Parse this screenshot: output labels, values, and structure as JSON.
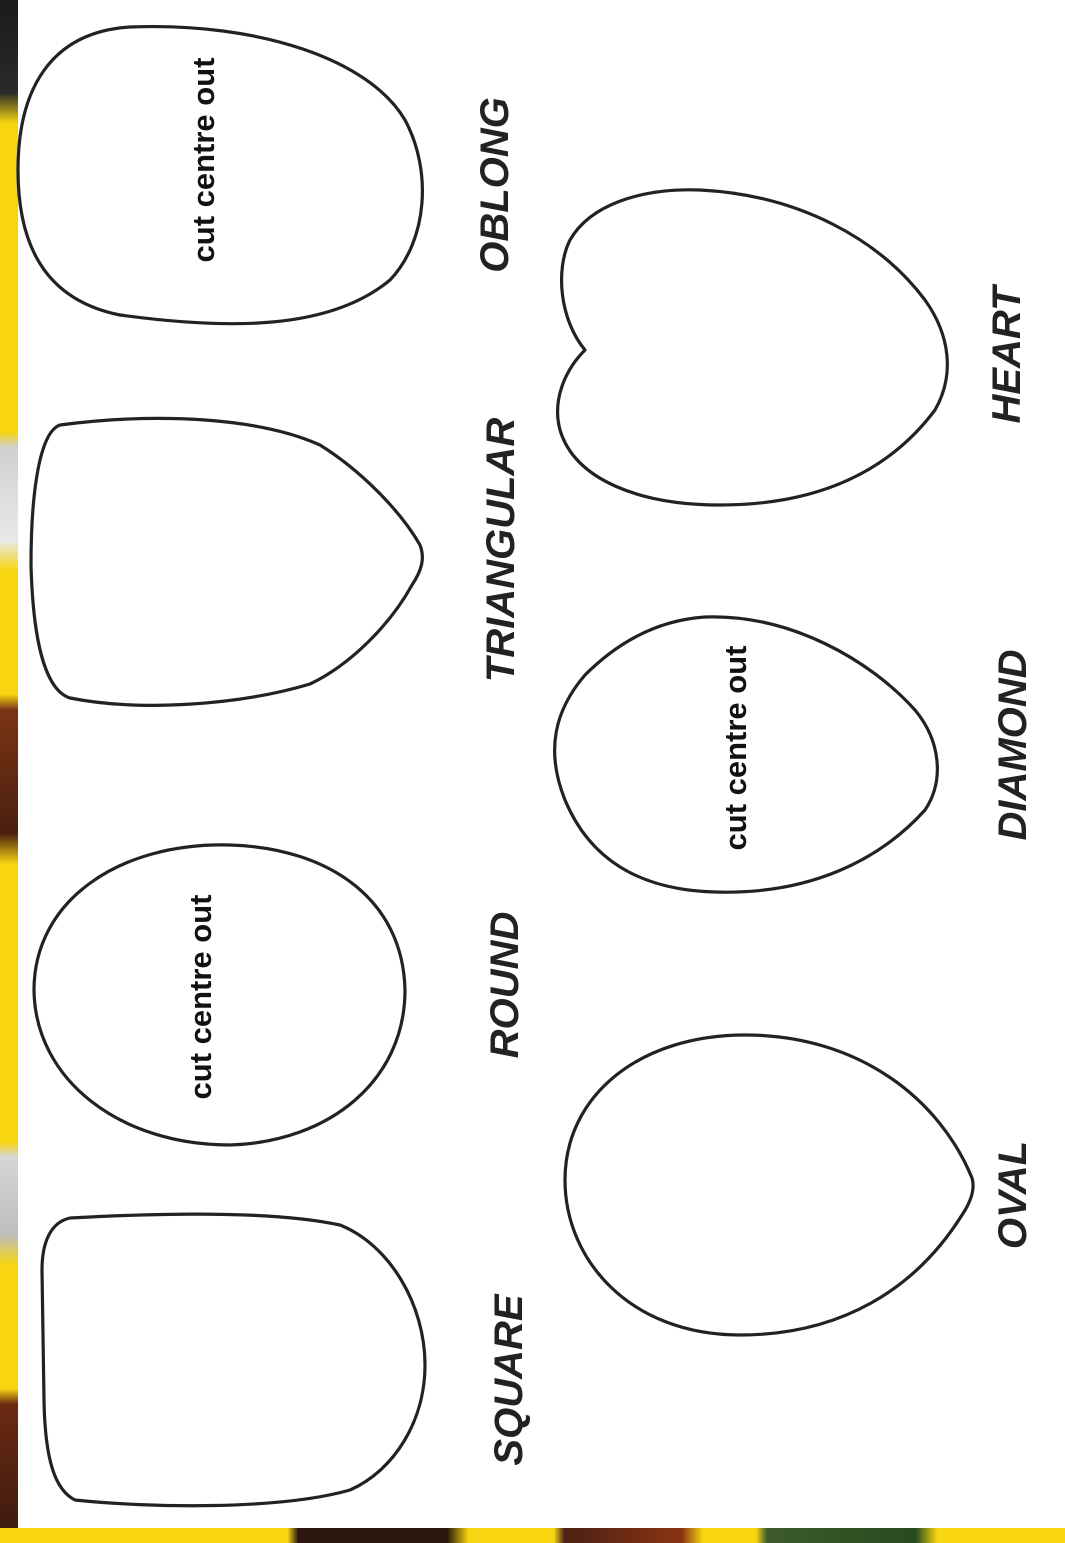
{
  "labels": {
    "square": "SQUARE",
    "round": "ROUND",
    "triangular": "TRIANGULAR",
    "oblong": "OBLONG",
    "oval": "OVAL",
    "diamond": "DIAMOND",
    "heart": "HEART"
  },
  "notes": {
    "round": "cut centre out",
    "oblong": "cut centre out",
    "diamond": "cut centre out"
  },
  "colors": {
    "background": "#f7d511",
    "sheet": "#ffffff",
    "ink": "#222222"
  }
}
